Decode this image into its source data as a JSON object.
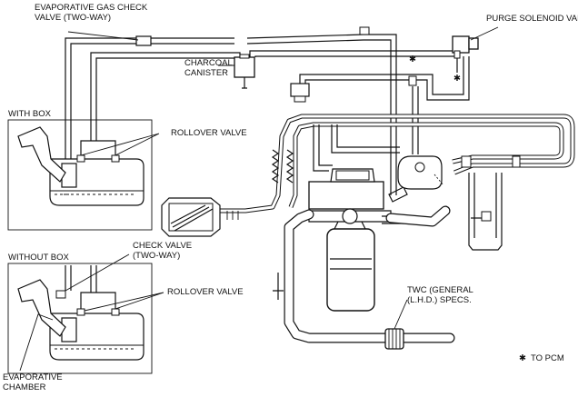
{
  "labels": {
    "evap_check_valve": [
      "EVAPORATIVE GAS CHECK",
      "VALVE (TWO-WAY)"
    ],
    "purge_solenoid": "PURGE SOLENOID VALVE",
    "charcoal_canister": [
      "CHARCOAL",
      "CANISTER"
    ],
    "with_box": "WITH BOX",
    "rollover_valve_1": "ROLLOVER VALVE",
    "check_valve": [
      "CHECK VALVE",
      "(TWO-WAY)"
    ],
    "without_box": "WITHOUT BOX",
    "rollover_valve_2": "ROLLOVER VALVE",
    "twc": [
      "TWC (GENERAL",
      "(L.H.D.) SPECS."
    ],
    "evap_chamber": [
      "EVAPORATIVE",
      "CHAMBER"
    ],
    "to_pcm_marker": "✱",
    "to_pcm": "TO PCM",
    "pcm_marker_top": "✱",
    "pcm_marker_right": "✱"
  }
}
